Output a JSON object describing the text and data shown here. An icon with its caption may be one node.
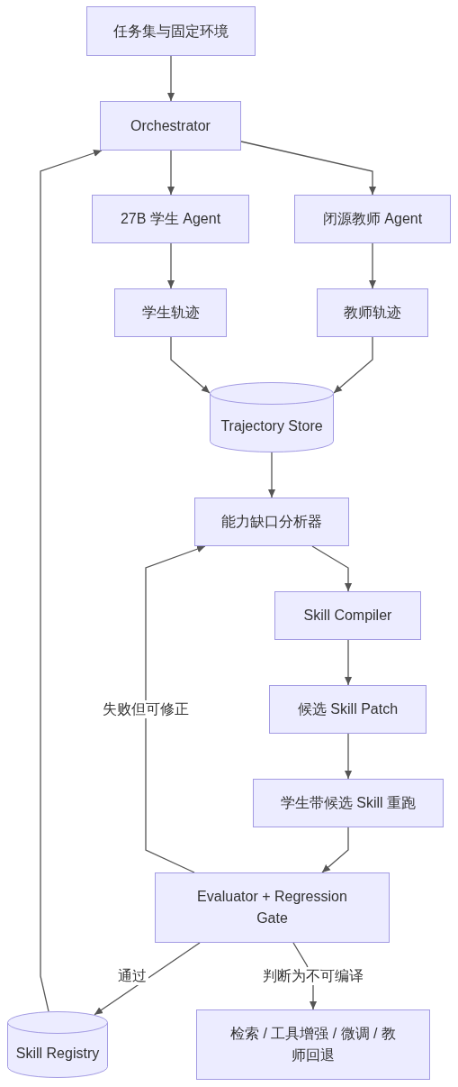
{
  "diagram": {
    "nodes": [
      {
        "text": [
          "任务集与固定环境"
        ]
      },
      {
        "text": [
          "Orchestrator"
        ]
      },
      {
        "text": [
          "27B 学生 Agent"
        ]
      },
      {
        "text": [
          "闭源教师 Agent"
        ]
      },
      {
        "text": [
          "学生轨迹"
        ]
      },
      {
        "text": [
          "教师轨迹"
        ]
      },
      {
        "text": [
          "Trajectory Store"
        ]
      },
      {
        "text": [
          "能力缺口分析器"
        ]
      },
      {
        "text": [
          "Skill Compiler"
        ]
      },
      {
        "text": [
          "候选 Skill Patch"
        ]
      },
      {
        "text": [
          "学生带候选 Skill 重跑"
        ]
      },
      {
        "text": [
          "Evaluator + Regression Gate"
        ]
      },
      {
        "text": [
          "Skill Registry"
        ]
      },
      {
        "text": [
          "检索 / 工具增强 / 微调 / 教师回退"
        ]
      }
    ],
    "edges": [
      {
        "from": 0,
        "to": 1,
        "arrow": "to"
      },
      {
        "from": 1,
        "to": 2,
        "arrow": "to"
      },
      {
        "from": 1,
        "to": 3,
        "arrow": "to"
      },
      {
        "from": 2,
        "to": 4,
        "arrow": "to"
      },
      {
        "from": 3,
        "to": 5,
        "arrow": "to"
      },
      {
        "from": 4,
        "to": 6,
        "arrow": "to"
      },
      {
        "from": 5,
        "to": 6,
        "arrow": "to"
      },
      {
        "from": 6,
        "to": 7,
        "arrow": "to"
      },
      {
        "from": 7,
        "to": 8,
        "arrow": "to"
      },
      {
        "from": 8,
        "to": 9,
        "arrow": "to"
      },
      {
        "from": 9,
        "to": 10,
        "arrow": "to"
      },
      {
        "from": 10,
        "to": 11,
        "arrow": "to"
      },
      {
        "from": 11,
        "to": 7,
        "arrow": "to",
        "label": "失败但可修正"
      },
      {
        "from": 11,
        "to": 12,
        "arrow": "to",
        "label": "通过"
      },
      {
        "from": 11,
        "to": 13,
        "arrow": "to",
        "label": "判断为不可编译"
      },
      {
        "from": 12,
        "to": 1,
        "arrow": "to"
      }
    ]
  }
}
